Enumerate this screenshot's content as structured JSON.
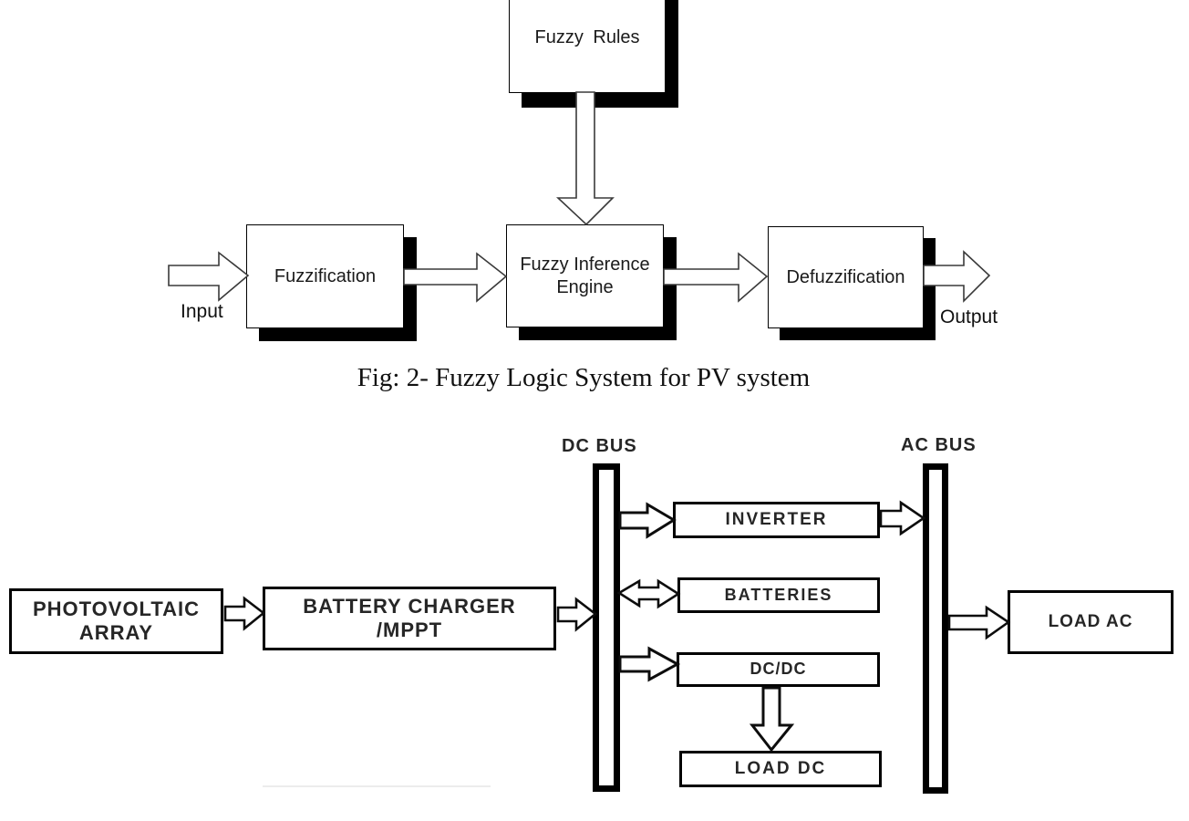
{
  "fuzzy_diagram": {
    "fuzzy_rules_label": "Fuzzy Rules",
    "fuzzification_label": "Fuzzification",
    "inference_line1": "Fuzzy Inference",
    "inference_line2": "Engine",
    "defuzzification_label": "Defuzzification",
    "input_label": "Input",
    "output_label": "Output"
  },
  "caption": "Fig: 2- Fuzzy Logic System for PV system",
  "pv_diagram": {
    "dc_bus_label": "DC BUS",
    "ac_bus_label": "AC BUS",
    "pv_line1": "PHOTOVOLTAIC",
    "pv_line2": "ARRAY",
    "charger_line1": "BATTERY CHARGER",
    "charger_line2": "/MPPT",
    "inverter_label": "INVERTER",
    "batteries_label": "BATTERIES",
    "dcdc_label": "DC/DC",
    "load_dc_label": "LOAD DC",
    "load_ac_label": "LOAD AC"
  },
  "colors": {
    "ink": "#000000",
    "box_text": "#262626",
    "background": "#ffffff"
  }
}
